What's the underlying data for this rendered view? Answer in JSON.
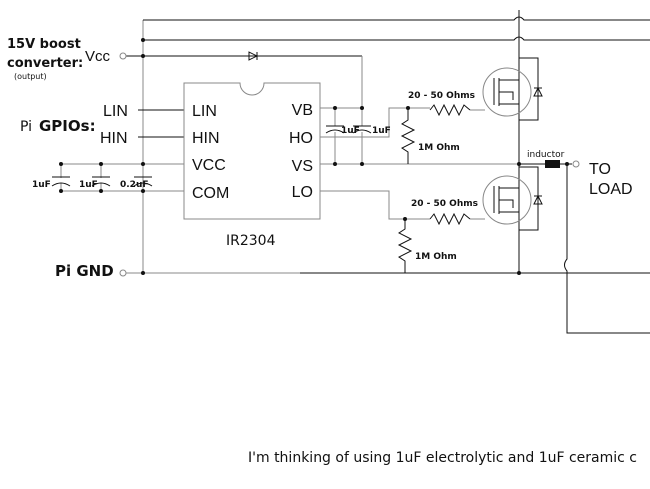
{
  "labels": {
    "supply_line1": "15V boost",
    "supply_line2": "converter:",
    "supply_note": "(output)",
    "vcc": "Vcc",
    "gpio_prefix": "Pi",
    "gpio": "GPIOs:",
    "lin": "LIN",
    "hin": "HIN",
    "gnd": "Pi GND",
    "to": "TO",
    "load": "LOAD",
    "inductor": "inductor"
  },
  "ic": {
    "name": "IR2304",
    "pins_left": [
      "LIN",
      "HIN",
      "VCC",
      "COM"
    ],
    "pins_right": [
      "VB",
      "HO",
      "VS",
      "LO"
    ]
  },
  "components": {
    "cap1": "1uF",
    "cap2": "1uF",
    "cap3": "0.2uF",
    "boot_cap1": "1uF",
    "boot_cap2": "1uF",
    "gate_res_high": "20 - 50 Ohms",
    "pulldown_high": "1M Ohm",
    "gate_res_low": "20 - 50 Ohms",
    "pulldown_low": "1M Ohm"
  },
  "note": "I'm thinking of using 1uF electrolytic and 1uF ceramic c"
}
